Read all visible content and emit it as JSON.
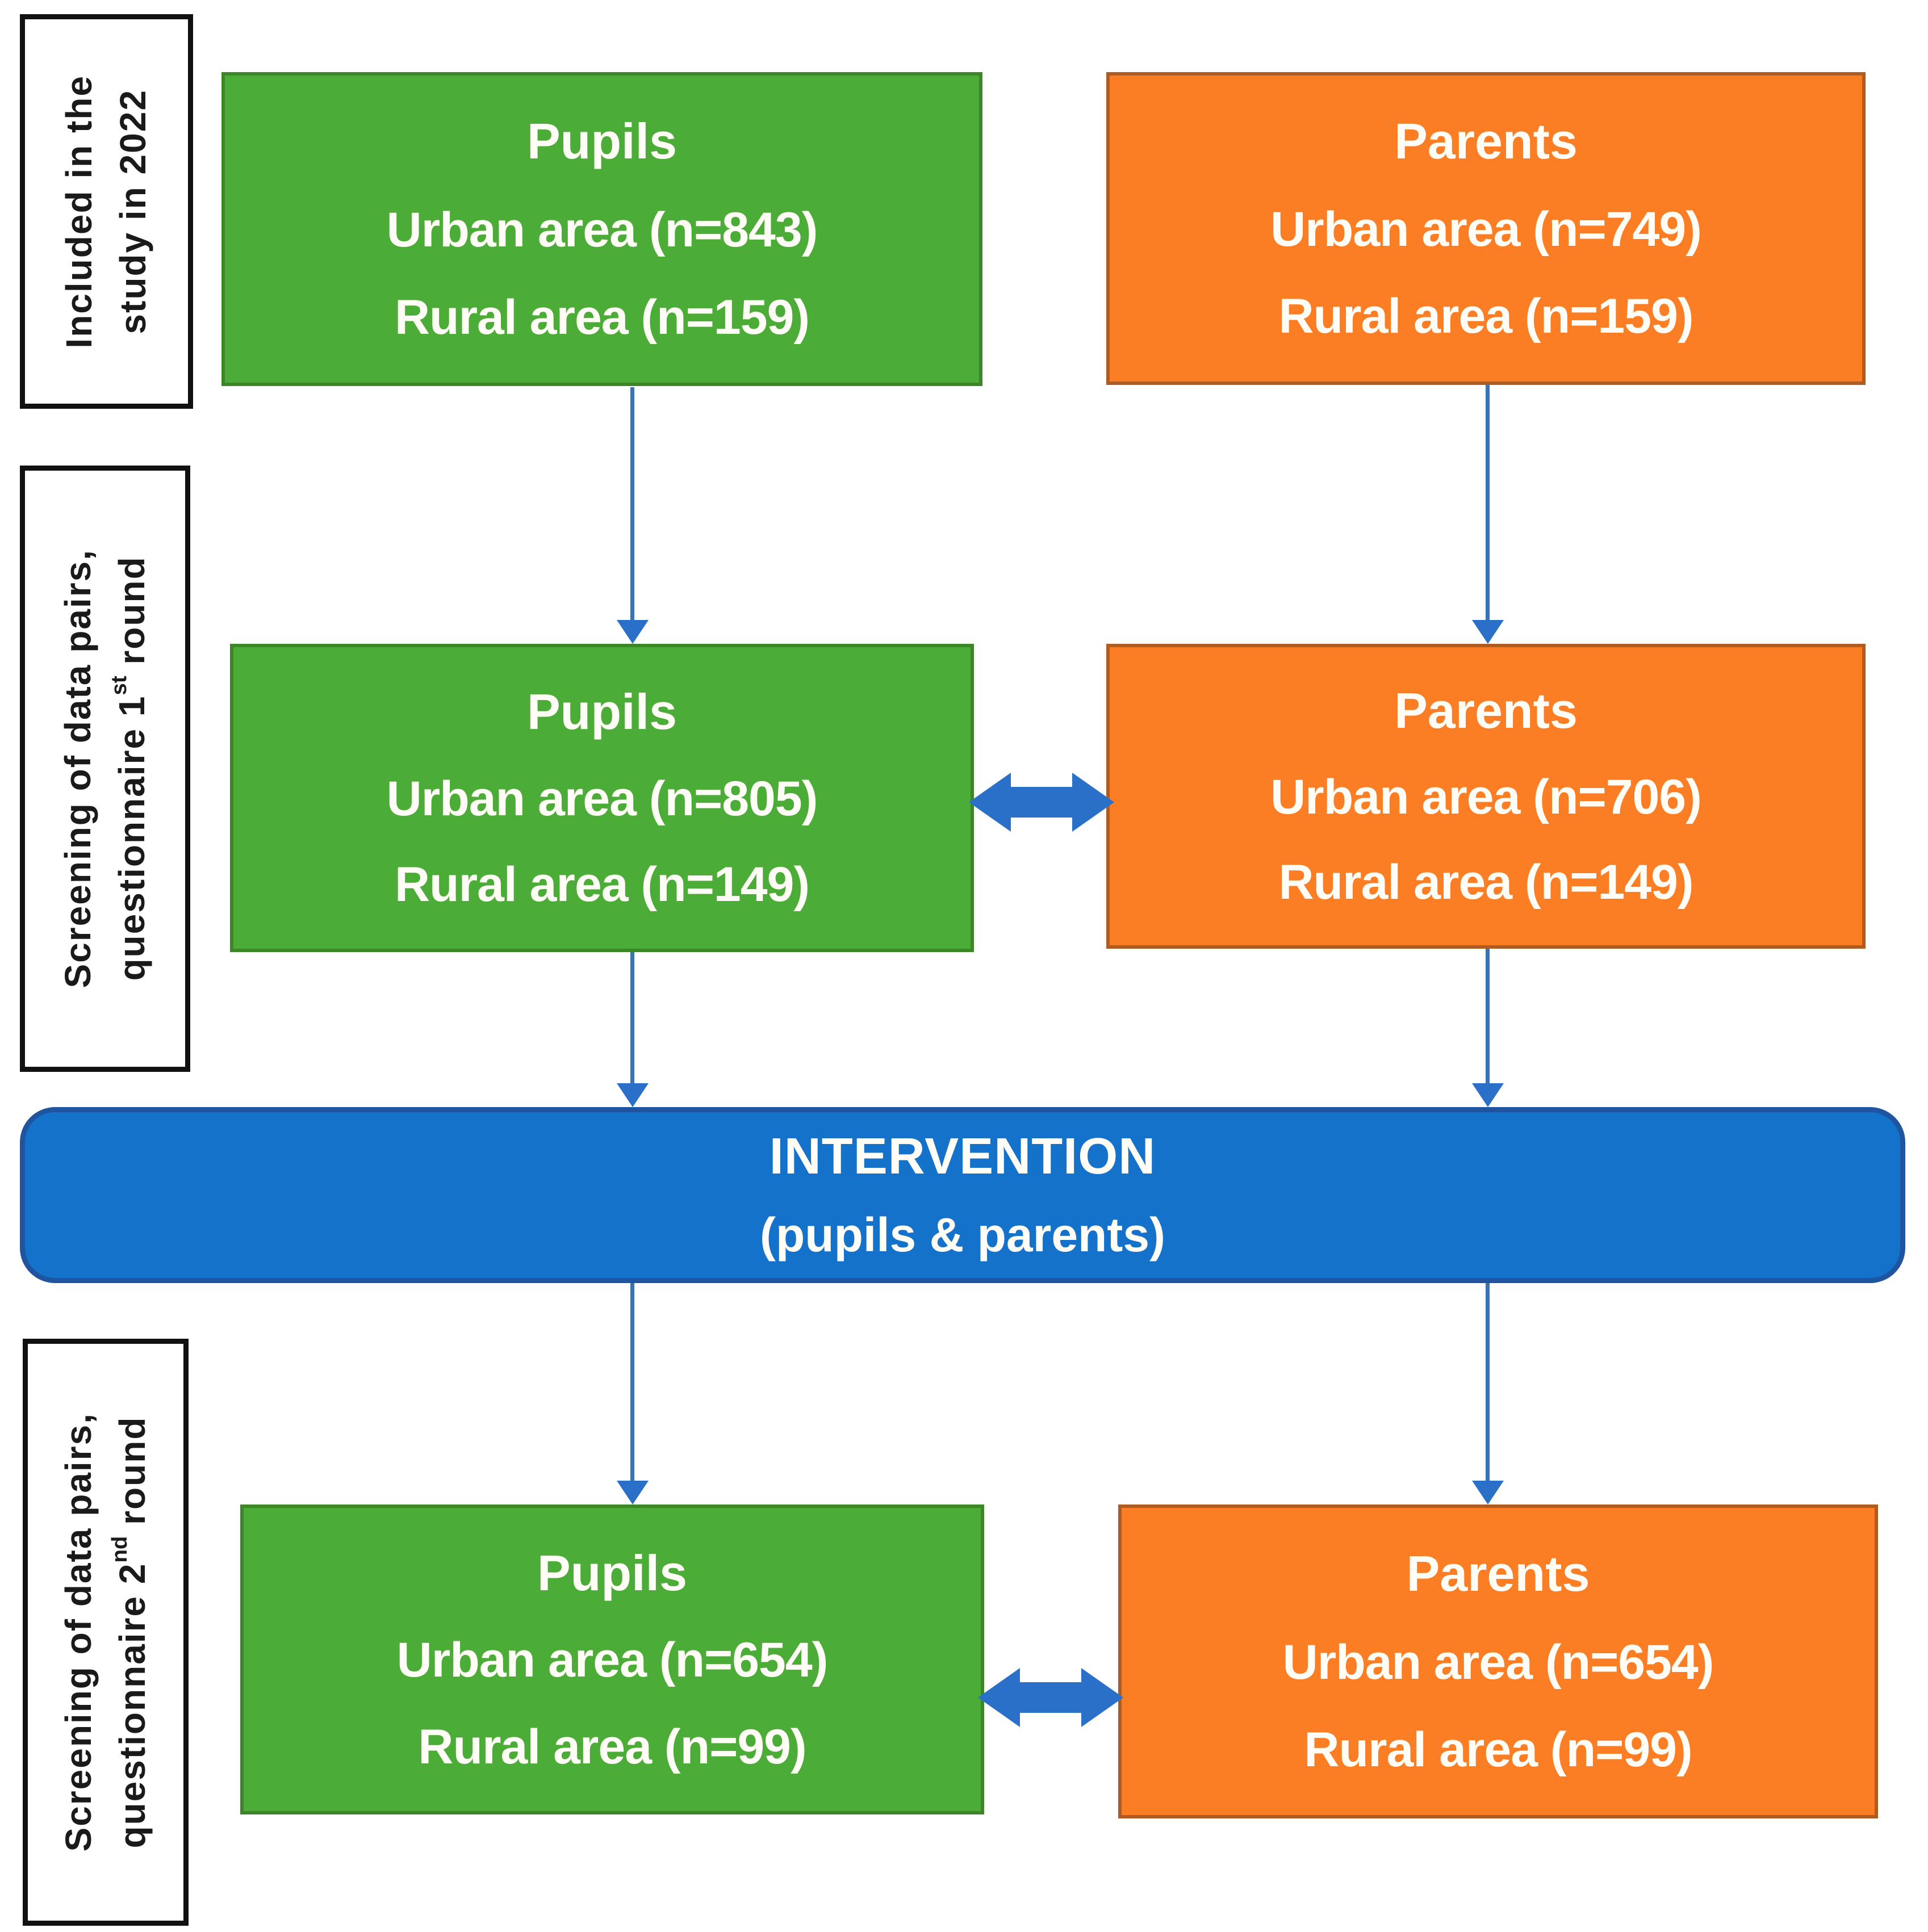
{
  "colors": {
    "green_fill": "#4bad37",
    "green_border": "#3c8628",
    "orange_fill": "#fb7d24",
    "orange_border": "#ae5c22",
    "blue_fill": "#1572cb",
    "blue_border": "#1f55a0",
    "arrow_line": "#3c72ad",
    "arrow_fill": "#2b70c8",
    "label_border": "#111111",
    "label_text": "#1a1a1a",
    "box_text": "#fffdf6"
  },
  "side_labels": [
    {
      "line1": "Included in the",
      "line2a": "study in 2022",
      "sup": "",
      "line2b": ""
    },
    {
      "line1": "Screening of data pairs,",
      "line2a": "questionnaire 1",
      "sup": "st",
      "line2b": " round"
    },
    {
      "line1": "Screening of data pairs,",
      "line2a": "questionnaire 2",
      "sup": "nd",
      "line2b": " round"
    }
  ],
  "row1": {
    "pupils": {
      "title": "Pupils",
      "urban": "Urban area (n=843)",
      "rural": "Rural area (n=159)"
    },
    "parents": {
      "title": "Parents",
      "urban": "Urban area (n=749)",
      "rural": "Rural area (n=159)"
    }
  },
  "row2": {
    "pupils": {
      "title": "Pupils",
      "urban": "Urban area (n=805)",
      "rural": "Rural area (n=149)"
    },
    "parents": {
      "title": "Parents",
      "urban": "Urban area (n=706)",
      "rural": "Rural area (n=149)"
    }
  },
  "intervention": {
    "title": "INTERVENTION",
    "subtitle": "(pupils & parents)"
  },
  "row3": {
    "pupils": {
      "title": "Pupils",
      "urban": "Urban area (n=654)",
      "rural": "Rural area (n=99)"
    },
    "parents": {
      "title": "Parents",
      "urban": "Urban area (n=654)",
      "rural": "Rural area (n=99)"
    }
  }
}
